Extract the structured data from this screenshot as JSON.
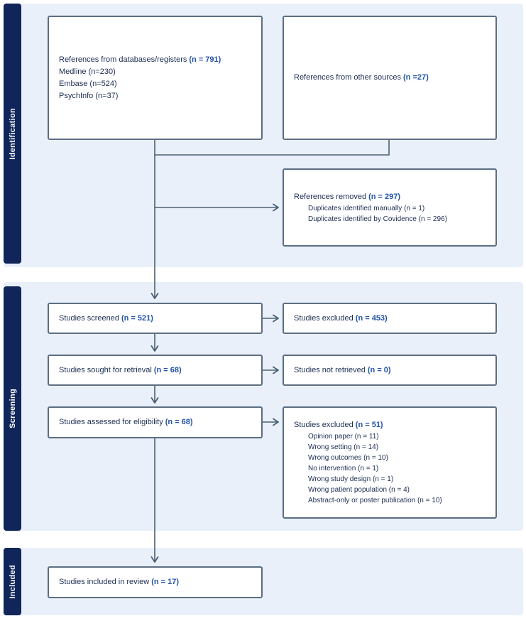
{
  "colors": {
    "panel_background": "#e9f0fa",
    "sidebar_navy": "#10265a",
    "box_border": "#5c6e82",
    "arrow": "#4a6072",
    "count_blue": "#2454a8",
    "text_dark": "#1c2d52"
  },
  "sections": [
    {
      "label": "Identification"
    },
    {
      "label": "Screening"
    },
    {
      "label": "Included"
    }
  ],
  "boxes": {
    "databases": {
      "title": "References from databases/registers",
      "n": "(n = 791)",
      "lines": [
        "Medline (n=230)",
        "Embase (n=524)",
        "PsychInfo (n=37)"
      ]
    },
    "other_sources": {
      "title": "References from other sources",
      "n": "(n =27)"
    },
    "removed": {
      "title": "References removed",
      "n": "(n = 297)",
      "lines": [
        "Duplicates identified manually (n = 1)",
        "Duplicates identified by Covidence (n = 296)"
      ]
    },
    "screened": {
      "title": "Studies screened",
      "n": "(n = 521)"
    },
    "excluded_screening": {
      "title": "Studies excluded",
      "n": "(n = 453)"
    },
    "sought": {
      "title": "Studies sought for retrieval",
      "n": "(n = 68)"
    },
    "not_retrieved": {
      "title": "Studies not retrieved",
      "n": "(n = 0)"
    },
    "assessed": {
      "title": "Studies assessed for eligibility",
      "n": "(n = 68)"
    },
    "excluded_eligibility": {
      "title": "Studies excluded",
      "n": "(n = 51)",
      "lines": [
        "Opinion paper (n = 11)",
        "Wrong setting (n = 14)",
        "Wrong outcomes (n = 10)",
        "No intervention (n = 1)",
        "Wrong study design (n = 1)",
        "Wrong patient population (n = 4)",
        "Abstract-only or poster publication (n = 10)"
      ]
    },
    "included": {
      "title": "Studies included in review",
      "n": "(n = 17)"
    }
  }
}
